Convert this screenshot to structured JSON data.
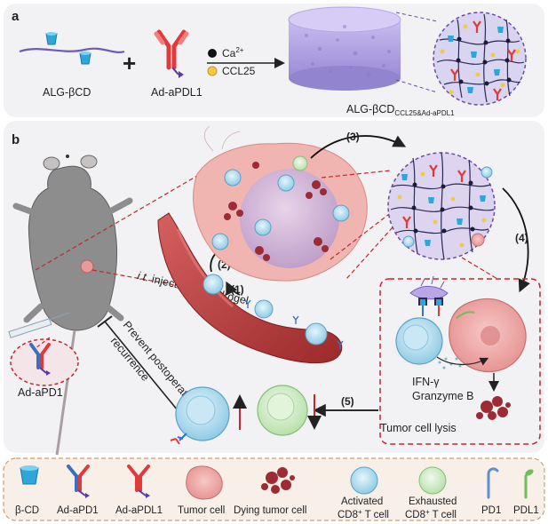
{
  "panel_a": {
    "letter": "a",
    "alg_label": "ALG-βCD",
    "plus": "+",
    "antibody_label": "Ad-aPDL1",
    "ca_label": "Ca",
    "ca_sup": "2+",
    "ccl_label": "CCL25",
    "hydrogel_label_main": "ALG-βCD",
    "hydrogel_label_sub": "CCL25&Ad-aPDL1"
  },
  "panel_b": {
    "letter": "b",
    "step1": "(1)",
    "step2": "(2)",
    "step3": "(3)",
    "step4": "(4)",
    "step5": "(5)",
    "injection_italic": "i.t.",
    "injection_rest": " injection of hydrogel",
    "prevent_line1": "Prevent postoperative",
    "prevent_line2": "recurrence",
    "mouse_antibody_label": "Ad-aPD1",
    "ifn": "IFN-γ",
    "granzyme": "Granzyme B",
    "lysis": "Tumor cell lysis"
  },
  "legend": [
    {
      "label": "β-CD",
      "icon": "beta-cd-icon"
    },
    {
      "label": "Ad-aPD1",
      "icon": "ad-apd1-icon"
    },
    {
      "label": "Ad-aPDL1",
      "icon": "ad-apdl1-icon"
    },
    {
      "label": "Tumor cell",
      "icon": "tumor-cell-icon"
    },
    {
      "label": "Dying tumor cell",
      "icon": "dying-tumor-cell-icon"
    },
    {
      "label_line1": "Activated",
      "label_line2": "CD8",
      "label_sup": "+",
      "label_end": " T cell",
      "icon": "activated-t-cell-icon"
    },
    {
      "label_line1": "Exhausted",
      "label_line2": "CD8",
      "label_sup": "+",
      "label_end": " T cell",
      "icon": "exhausted-t-cell-icon"
    },
    {
      "label": "PD1",
      "icon": "pd1-icon"
    },
    {
      "label": "PDL1",
      "icon": "pdl1-icon"
    }
  ],
  "colors": {
    "beta_cd": "#2fa6d8",
    "antibody_blue": "#3b6fc0",
    "antibody_red": "#e03a3a",
    "tumor": "#e8a0a0",
    "dying": "#9c2b34",
    "activated": "#a9d8ee",
    "exhausted": "#c9eac0",
    "pd1": "#5b8fd6",
    "pdl1": "#6fbf5a",
    "hydrogel": "#a99be0",
    "vessel": "#b83a3a"
  }
}
